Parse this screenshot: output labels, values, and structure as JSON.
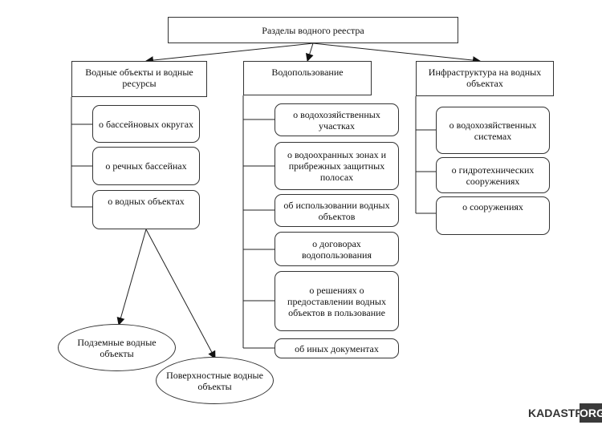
{
  "root": {
    "label": "Разделы водного реестра"
  },
  "sections": [
    {
      "title": "Водные объекты и водные ресурсы",
      "items": [
        "о бассейновых округах",
        "о речных бассейнах",
        "о водных объектах"
      ]
    },
    {
      "title": "Водопользование",
      "items": [
        "о водохозяйственных участках",
        "о водоохранных зонах и прибрежных защитных полосах",
        "об использовании водных объектов",
        "о договорах водопользования",
        "о решениях о предоставлении водных объектов в пользование",
        "об иных документах"
      ]
    },
    {
      "title": "Инфраструктура на водных объектах",
      "items": [
        "о водохозяйственных системах",
        "о гидротехнических сооружениях",
        "о сооружениях"
      ]
    }
  ],
  "water_objects": [
    "Подземные водные объекты",
    "Поверхностные водные объекты"
  ],
  "watermark": {
    "part1": "KADASTR",
    "part2": "ORG"
  }
}
